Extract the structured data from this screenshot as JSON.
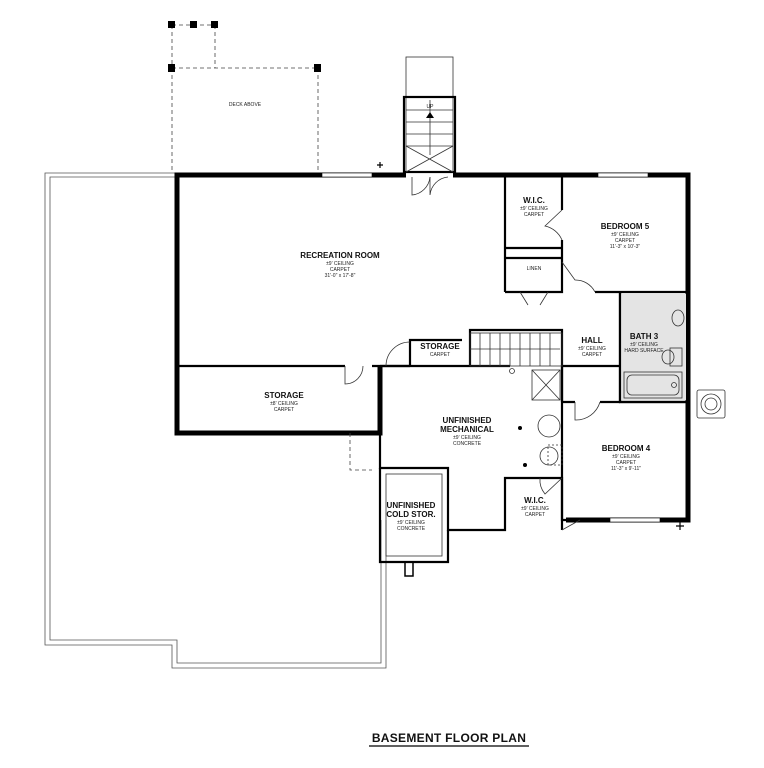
{
  "plan_title": "BASEMENT FLOOR PLAN",
  "deck": {
    "label": "DECK ABOVE"
  },
  "stair_up": {
    "label": "UP"
  },
  "rooms": {
    "recreation": {
      "name": "RECREATION ROOM",
      "ceiling": "±9' CEILING",
      "floor": "CARPET",
      "size": "31'-0\" x 17'-8\""
    },
    "wic_top": {
      "name": "W.I.C.",
      "ceiling": "±9' CEILING",
      "floor": "CARPET"
    },
    "bedroom5": {
      "name": "BEDROOM 5",
      "ceiling": "±9' CEILING",
      "floor": "CARPET",
      "size": "11'-3\" x 10'-3\""
    },
    "linen": {
      "name": "LINEN"
    },
    "storage_small": {
      "name": "STORAGE",
      "floor": "CARPET"
    },
    "hall": {
      "name": "HALL",
      "ceiling": "±9' CEILING",
      "floor": "CARPET"
    },
    "bath3": {
      "name": "BATH 3",
      "ceiling": "±9' CEILING",
      "floor": "HARD SURFACE"
    },
    "storage_large": {
      "name": "STORAGE",
      "ceiling": "±8' CEILING",
      "floor": "CARPET"
    },
    "mechanical": {
      "name_line1": "UNFINISHED",
      "name_line2": "MECHANICAL",
      "ceiling": "±9' CEILING",
      "floor": "CONCRETE"
    },
    "bedroom4": {
      "name": "BEDROOM 4",
      "ceiling": "±9' CEILING",
      "floor": "CARPET",
      "size": "11'-3\" x 9'-11\""
    },
    "wic_bottom": {
      "name": "W.I.C.",
      "ceiling": "±9' CEILING",
      "floor": "CARPET"
    },
    "cold_storage": {
      "name_line1": "UNFINISHED",
      "name_line2": "COLD STOR.",
      "ceiling": "±9' CEILING",
      "floor": "CONCRETE"
    }
  }
}
